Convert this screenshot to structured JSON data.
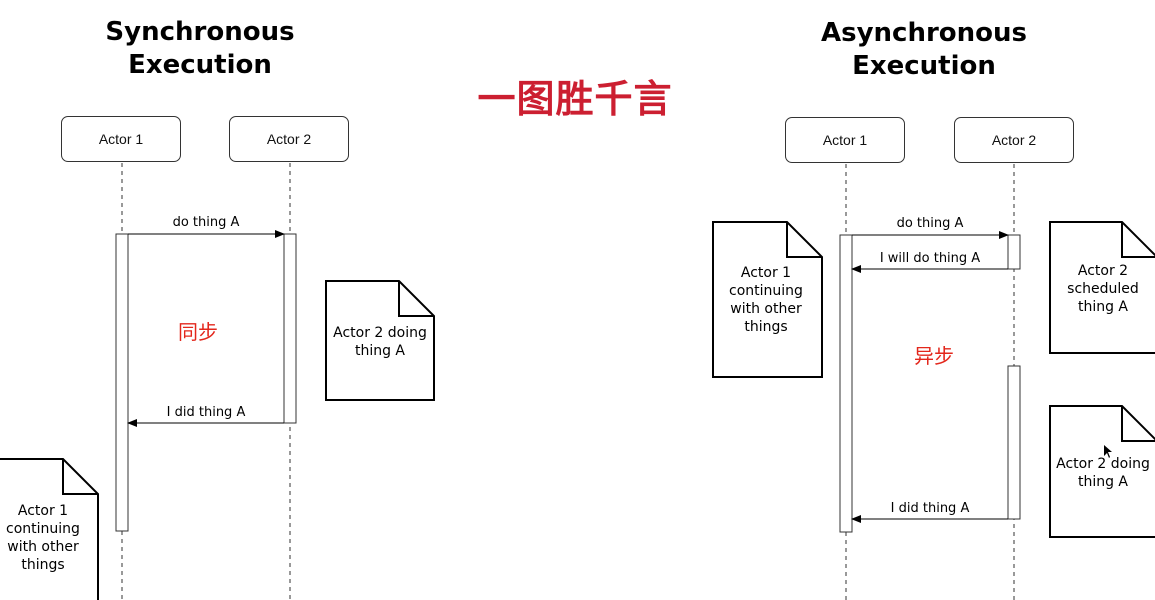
{
  "sync": {
    "title": "Synchronous\nExecution",
    "actor1": "Actor 1",
    "actor2": "Actor 2",
    "msg_do": "do thing A",
    "msg_did": "I did thing A",
    "label_cn": "同步",
    "note_actor2": "Actor 2 doing\nthing A",
    "note_actor1": "Actor 1\ncontinuing\nwith other\nthings"
  },
  "headline": "一图胜千言",
  "async": {
    "title": "Asynchronous\nExecution",
    "actor1": "Actor 1",
    "actor2": "Actor 2",
    "msg_do": "do thing A",
    "msg_will": "I will do thing A",
    "msg_did": "I did thing A",
    "label_cn": "异步",
    "note_actor1": "Actor 1\ncontinuing\nwith other\nthings",
    "note_scheduled": "Actor 2\nscheduled\nthing A",
    "note_doing": "Actor 2 doing\nthing A"
  }
}
